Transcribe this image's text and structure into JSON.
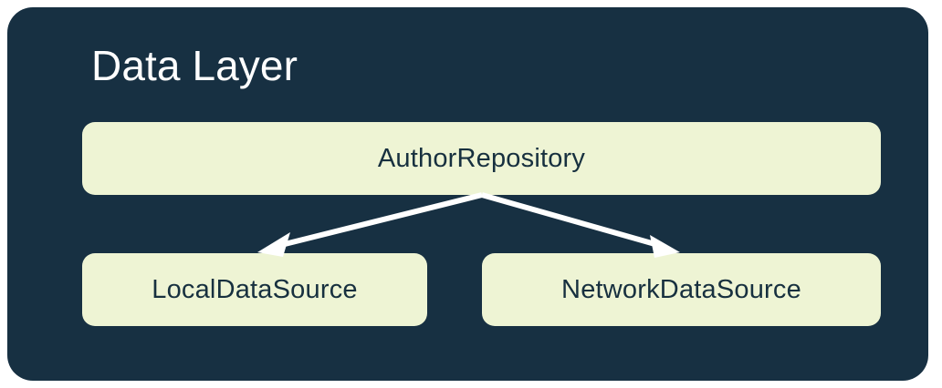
{
  "diagram": {
    "title": "Data Layer",
    "panel_color": "#173042",
    "node_fill_color": "#EEF4D4",
    "node_text_color": "#17303F",
    "title_color": "#FFFFFF",
    "connector_color": "#FFFFFF",
    "page_background": "#FFFFFF",
    "nodes": [
      {
        "id": "author-repository",
        "label": "AuthorRepository",
        "row": "top"
      },
      {
        "id": "local-data-source",
        "label": "LocalDataSource",
        "row": "bottom"
      },
      {
        "id": "network-data-source",
        "label": "NetworkDataSource",
        "row": "bottom"
      }
    ],
    "connectors": [
      {
        "from": "AuthorRepository",
        "to": "LocalDataSource",
        "style": "arrow"
      },
      {
        "from": "AuthorRepository",
        "to": "NetworkDataSource",
        "style": "arrow"
      }
    ]
  }
}
